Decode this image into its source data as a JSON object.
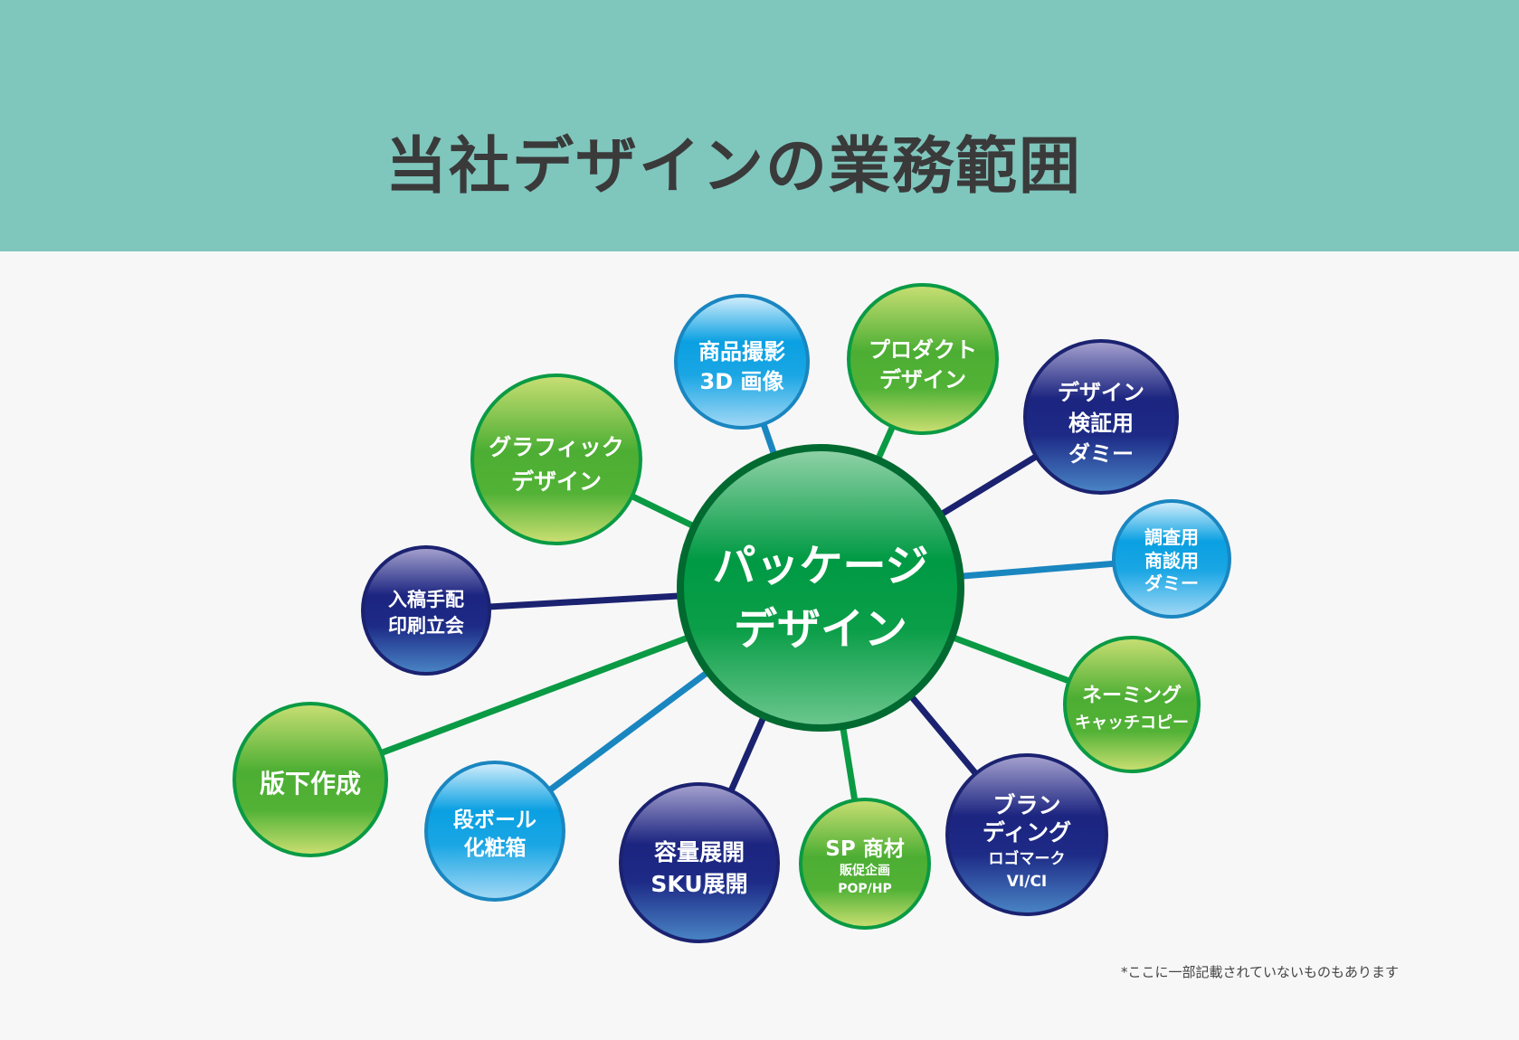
{
  "title": "当社デザインの業務範囲",
  "center": {
    "lines": [
      "パッケージ",
      "デザイン"
    ]
  },
  "nodes": {
    "photo": [
      "商品撮影",
      "3D 画像"
    ],
    "product": [
      "プロダクト",
      "デザイン"
    ],
    "dummy": [
      "デザイン",
      "検証用",
      "ダミー"
    ],
    "research": [
      "調査用",
      "商談用",
      "ダミー"
    ],
    "naming": [
      "ネーミング",
      "キャッチコピー"
    ],
    "branding": [
      "ブラン",
      "ディング",
      "ロゴマーク",
      "VI/CI"
    ],
    "sp": [
      "SP 商材",
      "販促企画",
      "POP/HP"
    ],
    "sku": [
      "容量展開",
      "SKU展開"
    ],
    "cardboard": [
      "段ボール",
      "化粧箱"
    ],
    "block": [
      "版下作成"
    ],
    "printing": [
      "入稿手配",
      "印刷立会"
    ],
    "graphic": [
      "グラフィック",
      "デザイン"
    ]
  },
  "footnote": "*ここに一部記載されていないものもあります",
  "colors": {
    "header": "#7fc6bd",
    "green": "#0a9a44",
    "blue": "#1a86c0",
    "navy": "#1b2270"
  }
}
